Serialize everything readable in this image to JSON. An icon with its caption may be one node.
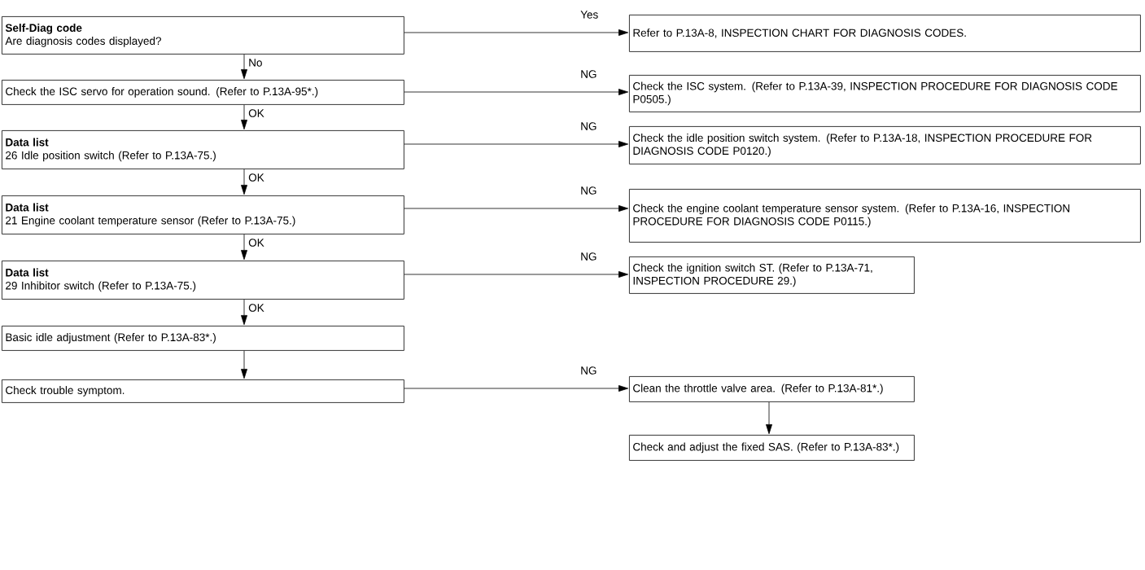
{
  "diagram": {
    "nodes": [
      {
        "text": [
          "Self-Diag code",
          "Are diagnosis codes displayed?"
        ]
      },
      {
        "text": [
          "Refer to P.13A-8, INSPECTION CHART FOR DIAGNOSIS CODES."
        ]
      },
      {
        "text": [
          "Check the ISC servo for operation sound. (Refer to P.13A-95*.)"
        ]
      },
      {
        "text": [
          "Check the ISC system. (Refer to P.13A-39, INSPECTION PROCEDURE FOR DIAGNOSIS CODE P0505.)"
        ]
      },
      {
        "text": [
          "Data list",
          "26 Idle position switch (Refer to P.13A-75.)"
        ]
      },
      {
        "text": [
          "Check the idle position switch system. (Refer to P.13A-18, INSPECTION PROCEDURE FOR DIAGNOSIS CODE P0120.)"
        ]
      },
      {
        "text": [
          "Data list",
          "21 Engine coolant temperature sensor (Refer to P.13A-75.)"
        ]
      },
      {
        "text": [
          "Check the engine coolant temperature sensor system. (Refer to P.13A-16, INSPECTION PROCEDURE FOR DIAGNOSIS CODE P0115.)"
        ]
      },
      {
        "text": [
          "Data list",
          "29 Inhibitor switch (Refer to P.13A-75.)"
        ]
      },
      {
        "text": [
          "Check the ignition switch ST. (Refer to P.13A-71, INSPECTION PROCEDURE 29.)"
        ]
      },
      {
        "text": [
          "Basic idle adjustment (Refer to P.13A-83*.)"
        ]
      },
      {
        "text": [
          "Check trouble symptom."
        ]
      },
      {
        "text": [
          "Clean the throttle valve area. (Refer to P.13A-81*.)"
        ]
      },
      {
        "text": [
          "Check and adjust the fixed SAS. (Refer to P.13A-83*.)"
        ]
      }
    ],
    "edges": [
      {
        "from": 0,
        "to": 1,
        "arrow": "to",
        "label": "Yes"
      },
      {
        "from": 0,
        "to": 2,
        "arrow": "to",
        "label": "No"
      },
      {
        "from": 2,
        "to": 3,
        "arrow": "to",
        "label": "NG"
      },
      {
        "from": 2,
        "to": 4,
        "arrow": "to",
        "label": "OK"
      },
      {
        "from": 4,
        "to": 5,
        "arrow": "to",
        "label": "NG"
      },
      {
        "from": 4,
        "to": 6,
        "arrow": "to",
        "label": "OK"
      },
      {
        "from": 6,
        "to": 7,
        "arrow": "to",
        "label": "NG"
      },
      {
        "from": 6,
        "to": 8,
        "arrow": "to",
        "label": "OK"
      },
      {
        "from": 8,
        "to": 9,
        "arrow": "to",
        "label": "NG"
      },
      {
        "from": 8,
        "to": 10,
        "arrow": "to",
        "label": "OK"
      },
      {
        "from": 10,
        "to": 11,
        "arrow": "to"
      },
      {
        "from": 11,
        "to": 12,
        "arrow": "to",
        "label": "NG"
      },
      {
        "from": 12,
        "to": 13,
        "arrow": "to"
      }
    ]
  }
}
